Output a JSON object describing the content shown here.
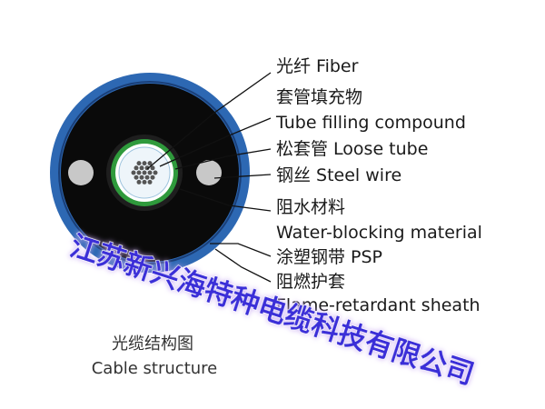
{
  "labels": {
    "fiber": "光纤  Fiber",
    "filling_zh": "套管填充物",
    "filling_en": "Tube filling compound",
    "loose_tube": "松套管  Loose tube",
    "steel_wire": "钢丝  Steel wire",
    "water_block_zh": "阻水材料",
    "water_block_en": "Water-blocking material",
    "psp": "涂塑钢带 PSP",
    "sheath_zh": "阻燃护套",
    "sheath_en": "Flame-retardant sheath"
  },
  "caption": {
    "zh": "光缆结构图",
    "en": "Cable structure"
  },
  "watermark": "江苏新兴海特种电缆科技有限公司",
  "colors": {
    "outer_blue": "#2d68b3",
    "sheath_black": "#0a0a0a",
    "steel_grey": "#c8c8c8",
    "tube_green": "#2f9a3c",
    "tube_fill": "#eef5fa",
    "watermark": "#3b2fd8"
  }
}
